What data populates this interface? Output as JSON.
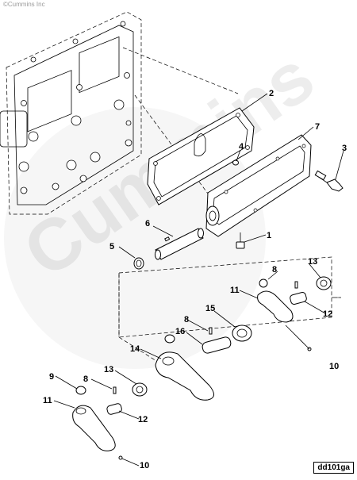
{
  "copyright": "©Cummins Inc",
  "watermark": "Cummins",
  "figure_id": "dd101ga",
  "callouts": [
    {
      "key": "c2",
      "label": "2"
    },
    {
      "key": "c7",
      "label": "7"
    },
    {
      "key": "c4",
      "label": "4"
    },
    {
      "key": "c3",
      "label": "3"
    },
    {
      "key": "c6",
      "label": "6"
    },
    {
      "key": "c1",
      "label": "1"
    },
    {
      "key": "c5",
      "label": "5"
    },
    {
      "key": "c13a",
      "label": "13"
    },
    {
      "key": "c8a",
      "label": "8"
    },
    {
      "key": "c11a",
      "label": "11"
    },
    {
      "key": "c12a",
      "label": "12"
    },
    {
      "key": "c10a",
      "label": "10"
    },
    {
      "key": "c15",
      "label": "15"
    },
    {
      "key": "c8b",
      "label": "8"
    },
    {
      "key": "c16",
      "label": "16"
    },
    {
      "key": "c14",
      "label": "14"
    },
    {
      "key": "c9",
      "label": "9"
    },
    {
      "key": "c8c",
      "label": "8"
    },
    {
      "key": "c13b",
      "label": "13"
    },
    {
      "key": "c11b",
      "label": "11"
    },
    {
      "key": "c12b",
      "label": "12"
    },
    {
      "key": "c10b",
      "label": "10"
    }
  ]
}
